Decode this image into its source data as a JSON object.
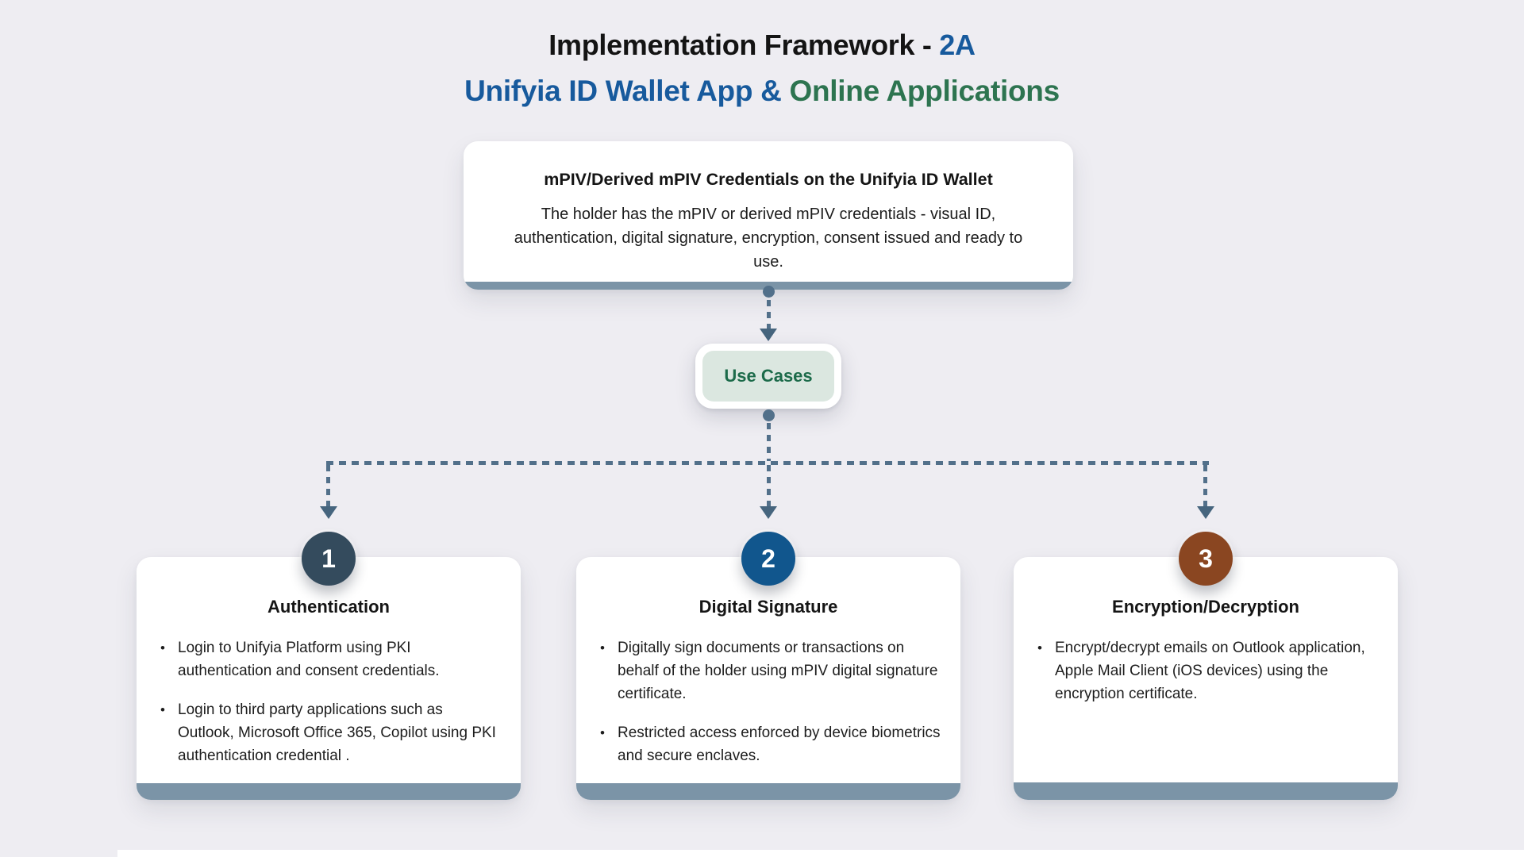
{
  "title": {
    "line1_prefix": "Implementation Framework - ",
    "line1_highlight": "2A",
    "line2_blue": "Unifyia ID Wallet App & ",
    "line2_green": "Online Applications"
  },
  "top_card": {
    "heading": "mPIV/Derived mPIV Credentials on the Unifyia ID Wallet",
    "body": "The holder has the mPIV or derived mPIV credentials - visual ID, authentication, digital signature, encryption, consent issued and ready to use."
  },
  "use_cases": {
    "label": "Use Cases"
  },
  "cards": [
    {
      "number": "1",
      "accent": "#344b5d",
      "title": "Authentication",
      "bullets": [
        "Login to Unifyia Platform using PKI authentication and consent credentials.",
        "Login to third party applications such as Outlook, Microsoft Office 365, Copilot using PKI authentication credential ."
      ]
    },
    {
      "number": "2",
      "accent": "#11568d",
      "title": "Digital Signature",
      "bullets": [
        "Digitally sign documents or transactions on behalf of the holder using mPIV digital signature certificate.",
        "Restricted access enforced by device biometrics and secure enclaves."
      ]
    },
    {
      "number": "3",
      "accent": "#8a4621",
      "title": "Encryption/Decryption",
      "bullets": [
        "Encrypt/decrypt emails on Outlook application, Apple Mail Client (iOS devices) using the encryption certificate."
      ]
    }
  ],
  "colors": {
    "background": "#eeedf2",
    "accent_blue": "#175a9d",
    "accent_green": "#2d7450",
    "pill_fill": "#dbe7e0",
    "pill_text_green": "#1c6b4a",
    "slate_bar": "#7b94a7",
    "connector": "#52708a"
  }
}
